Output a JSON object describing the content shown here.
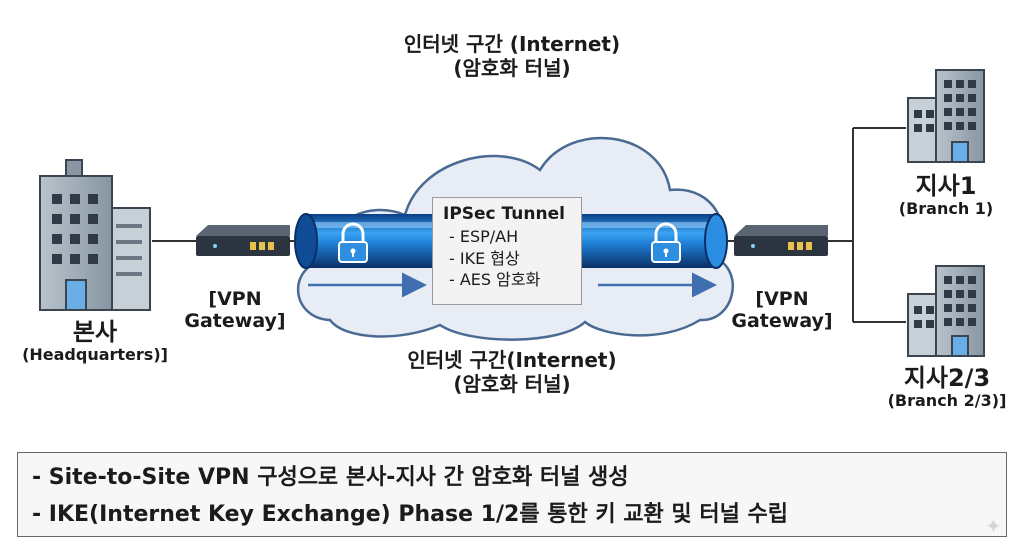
{
  "top_label": {
    "line1": "인터넷 구간 (Internet)",
    "line2": "(암호화 터널)"
  },
  "bottom_label": {
    "line1": "인터넷 구간(Internet)",
    "line2": "(암호화 터널)"
  },
  "headquarters": {
    "name": "본사",
    "sub": "(Headquarters)]"
  },
  "gateway_left": {
    "line1": "[VPN",
    "line2": "Gateway]"
  },
  "gateway_right": {
    "line1": "[VPN",
    "line2": "Gateway]"
  },
  "branch1": {
    "name": "지사1",
    "sub": "(Branch 1)"
  },
  "branch23": {
    "name": "지사2/3",
    "sub": "(Branch 2/3)]"
  },
  "tunnel_box": {
    "title": "IPSec Tunnel",
    "items": [
      "- ESP/AH",
      "- IKE 협상",
      "- AES 암호화"
    ]
  },
  "summary": {
    "line1": "- Site-to-Site VPN 구성으로 본사-지사 간 암호화 터널 생성",
    "line2": "- IKE(Internet Key Exchange) Phase 1/2를 통한 키 교환 및 터널 수립"
  },
  "colors": {
    "tunnel_blue": "#1f7fd6",
    "cloud_fill": "#e8edf5",
    "arrow_blue": "#3f6fb0",
    "building_gray": "#8a96a3"
  }
}
